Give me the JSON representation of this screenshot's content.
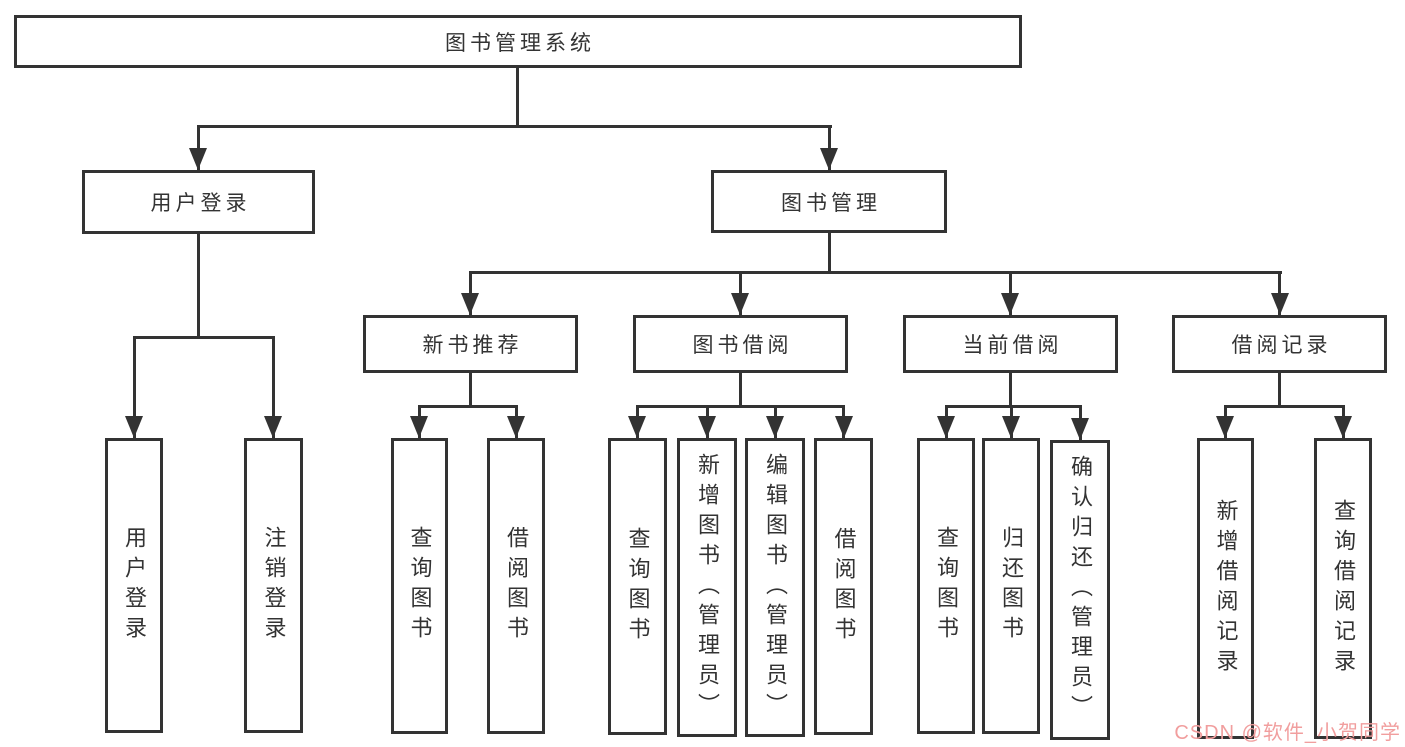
{
  "diagram_type": "tree-structure-chart",
  "tree": {
    "root": {
      "label": "图书管理系统",
      "children": [
        {
          "label": "用户登录",
          "children": [
            {
              "label": "用户登录"
            },
            {
              "label": "注销登录"
            }
          ]
        },
        {
          "label": "图书管理",
          "children": [
            {
              "label": "新书推荐",
              "children": [
                {
                  "label": "查询图书"
                },
                {
                  "label": "借阅图书"
                }
              ]
            },
            {
              "label": "图书借阅",
              "children": [
                {
                  "label": "查询图书"
                },
                {
                  "label": "新增图书（管理员）"
                },
                {
                  "label": "编辑图书（管理员）"
                },
                {
                  "label": "借阅图书"
                }
              ]
            },
            {
              "label": "当前借阅",
              "children": [
                {
                  "label": "查询图书"
                },
                {
                  "label": "归还图书"
                },
                {
                  "label": "确认归还（管理员）"
                }
              ]
            },
            {
              "label": "借阅记录",
              "children": [
                {
                  "label": "新增借阅记录"
                },
                {
                  "label": "查询借阅记录"
                }
              ]
            }
          ]
        }
      ]
    }
  },
  "watermark": {
    "text": "CSDN @软件_小贺同学",
    "color": "#f19e9e"
  },
  "colors": {
    "line": "#333333",
    "box_border": "#333333",
    "background": "#ffffff"
  }
}
